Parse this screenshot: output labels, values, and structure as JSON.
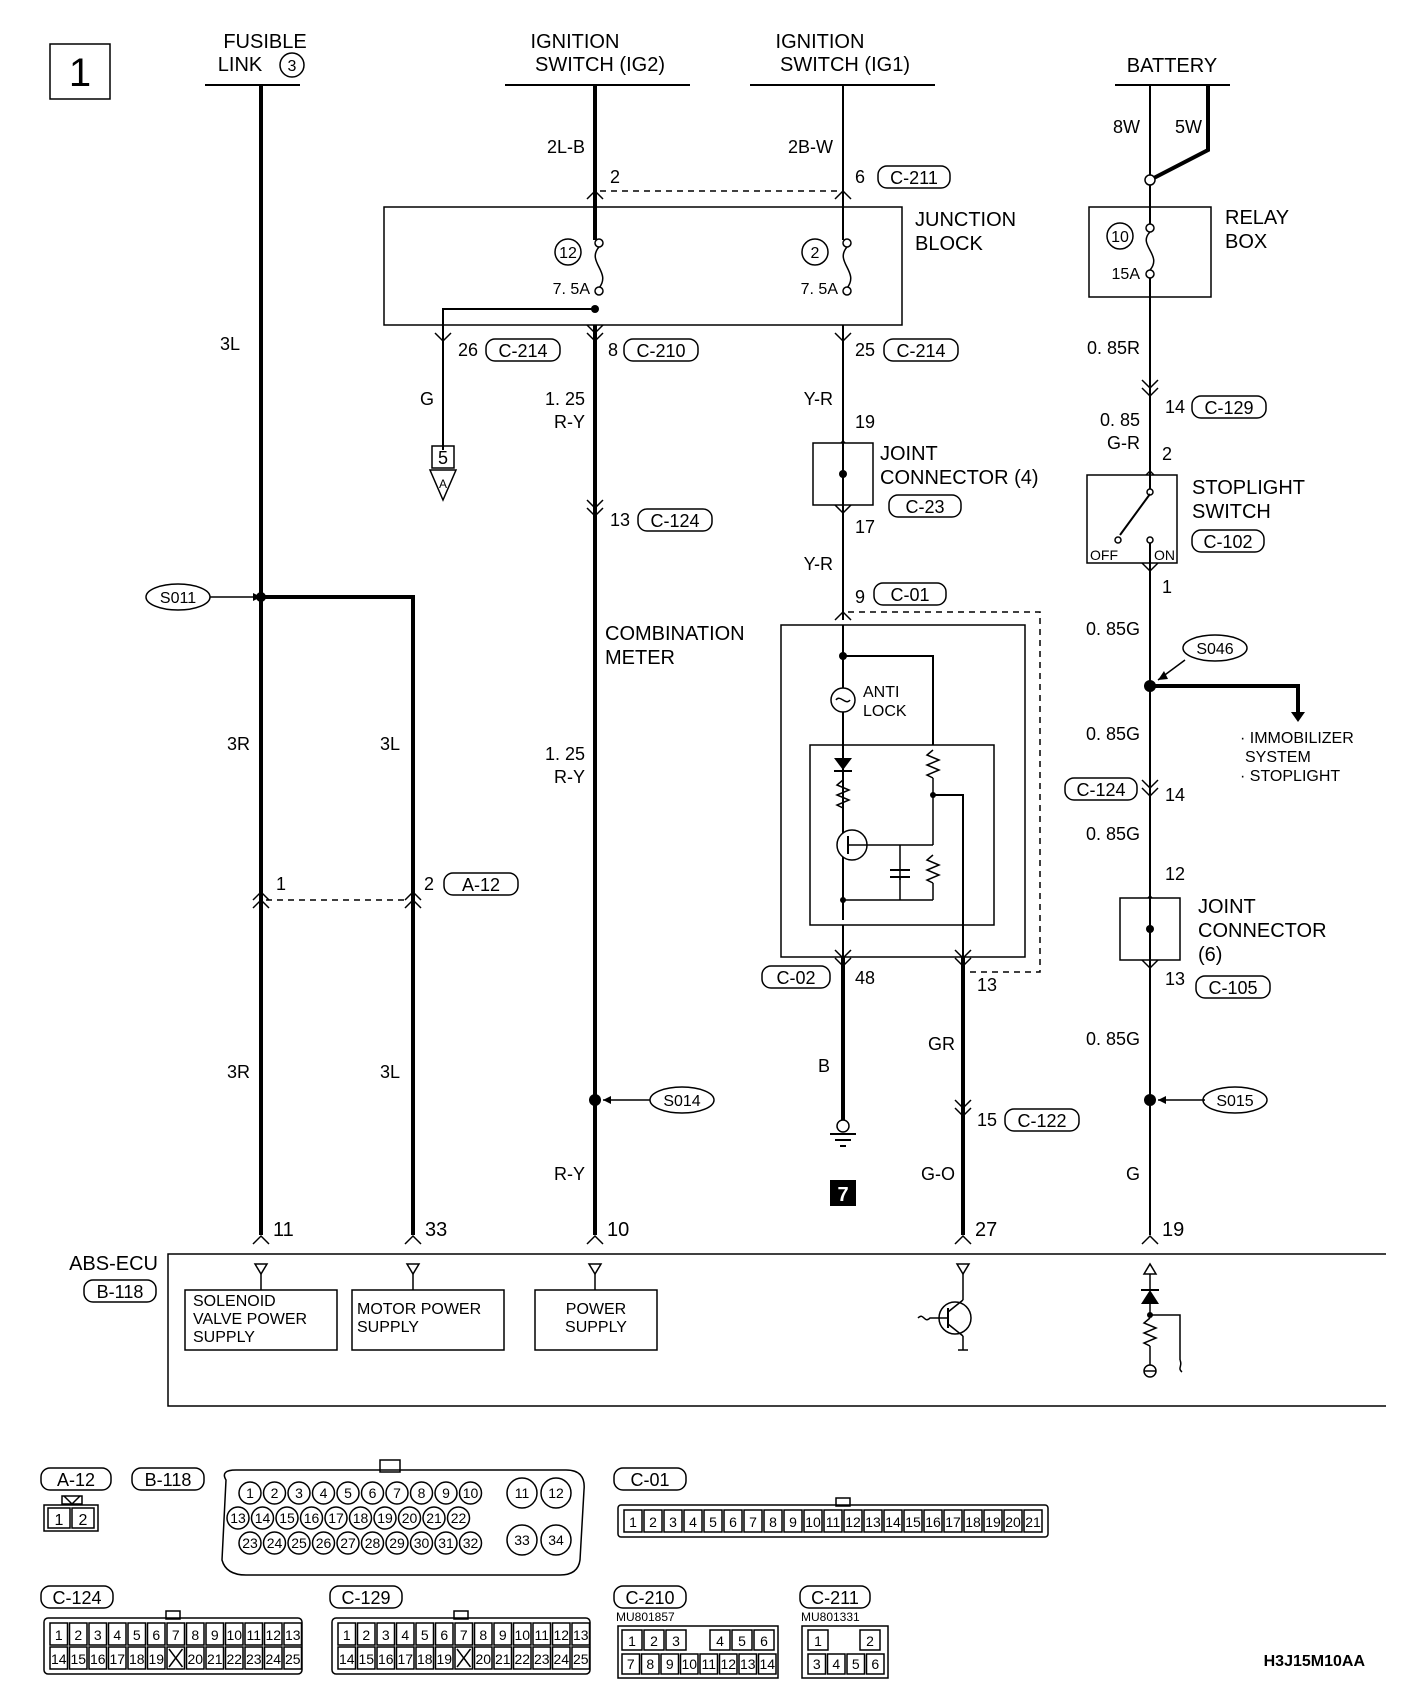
{
  "page": {
    "number": "1",
    "code": "H3J15M10AA"
  },
  "sources": {
    "fusible_link": [
      "FUSIBLE",
      "LINK"
    ],
    "fusible_link_num": "3",
    "ig2": [
      "IGNITION",
      "SWITCH (IG2)"
    ],
    "ig1": [
      "IGNITION",
      "SWITCH (IG1)"
    ],
    "battery": "BATTERY"
  },
  "wires": {
    "w_2lb": "2L-B",
    "w_2bw": "2B-W",
    "w_8w": "8W",
    "w_5w": "5W",
    "w_3l_a": "3L",
    "w_3r_a": "3R",
    "w_3l_b": "3L",
    "w_3r_b": "3R",
    "w_3l_c": "3L",
    "w_g": "G",
    "w_125_a": "1. 25",
    "w_ry_a": "R-Y",
    "w_125_b": "1. 25",
    "w_ry_b": "R-Y",
    "w_ry_c": "R-Y",
    "w_yr_a": "Y-R",
    "w_yr_b": "Y-R",
    "w_b": "B",
    "w_gr": "GR",
    "w_go": "G-O",
    "w_085r": "0. 85R",
    "w_085": "0. 85",
    "w_gr2": "G-R",
    "w_085g_a": "0. 85G",
    "w_085g_b": "0. 85G",
    "w_085g_c": "0. 85G",
    "w_085g_d": "0. 85G",
    "w_g2": "G"
  },
  "pins": {
    "p2": "2",
    "p6": "6",
    "p26": "26",
    "p8": "8",
    "p25": "25",
    "p19": "19",
    "p17": "17",
    "p9": "9",
    "p13a": "13",
    "p1": "1",
    "p2b": "2",
    "p48": "48",
    "p13b": "13",
    "p15": "15",
    "p14a": "14",
    "p2c": "2",
    "p1b": "1",
    "p14b": "14",
    "p12": "12",
    "p13c": "13",
    "p11": "11",
    "p33": "33",
    "p10": "10",
    "p27": "27",
    "p19b": "19"
  },
  "connectors": {
    "c211": "C-211",
    "c214a": "C-214",
    "c210": "C-210",
    "c214b": "C-214",
    "c23": "C-23",
    "c124a": "C-124",
    "c01": "C-01",
    "a12": "A-12",
    "c02": "C-02",
    "c122": "C-122",
    "c129": "C-129",
    "c102": "C-102",
    "c124b": "C-124",
    "c105": "C-105",
    "b118": "B-118"
  },
  "components": {
    "junction_block": [
      "JUNCTION",
      "BLOCK"
    ],
    "fuse12": "12",
    "fuse12_amp": "7. 5A",
    "fuse2": "2",
    "fuse2_amp": "7. 5A",
    "relay_box": [
      "RELAY",
      "BOX"
    ],
    "fuse10": "10",
    "fuse10_amp": "15A",
    "joint4": [
      "JOINT",
      "CONNECTOR (4)"
    ],
    "combination_meter": [
      "COMBINATION",
      "METER"
    ],
    "anti_lock": [
      "ANTI",
      "LOCK"
    ],
    "stoplight": [
      "STOPLIGHT",
      "SWITCH"
    ],
    "off": "OFF",
    "on": "ON",
    "joint6": [
      "JOINT",
      "CONNECTOR",
      "(6)"
    ],
    "ref5": "5",
    "ref5b": "A",
    "ground_ref": "7",
    "splices": {
      "s011": "S011",
      "s014": "S014",
      "s046": "S046",
      "s015": "S015"
    },
    "immobilizer": [
      "· IMMOBILIZER",
      "SYSTEM",
      "· STOPLIGHT"
    ],
    "abs_ecu": "ABS-ECU",
    "solenoid": [
      "SOLENOID",
      "VALVE POWER",
      "SUPPLY"
    ],
    "motor": [
      "MOTOR POWER",
      "SUPPLY"
    ],
    "power": [
      "POWER",
      "SUPPLY"
    ]
  },
  "connector_views": {
    "a12": "A-12",
    "b118": "B-118",
    "c01": "C-01",
    "c124": "C-124",
    "c129": "C-129",
    "c210": "C-210",
    "c210_part": "MU801857",
    "c211": "C-211",
    "c211_part": "MU801331",
    "a12_pins": [
      "1",
      "2"
    ],
    "b118_row1": [
      "1",
      "2",
      "3",
      "4",
      "5",
      "6",
      "7",
      "8",
      "9",
      "10",
      "11",
      "12"
    ],
    "b118_row2": [
      "13",
      "14",
      "15",
      "16",
      "17",
      "18",
      "19",
      "20",
      "21",
      "22",
      "33",
      "34"
    ],
    "b118_row3": [
      "23",
      "24",
      "25",
      "26",
      "27",
      "28",
      "29",
      "30",
      "31",
      "32"
    ],
    "c01_pins": [
      "1",
      "2",
      "3",
      "4",
      "5",
      "6",
      "7",
      "8",
      "9",
      "10",
      "11",
      "12",
      "13",
      "14",
      "15",
      "16",
      "17",
      "18",
      "19",
      "20",
      "21"
    ],
    "c124_row1": [
      "1",
      "2",
      "3",
      "4",
      "5",
      "6",
      "7",
      "8",
      "9",
      "10",
      "11",
      "12",
      "13"
    ],
    "c124_row2": [
      "14",
      "15",
      "16",
      "17",
      "18",
      "19",
      "",
      "20",
      "21",
      "22",
      "23",
      "24",
      "25"
    ],
    "c129_row1": [
      "1",
      "2",
      "3",
      "4",
      "5",
      "6",
      "7",
      "8",
      "9",
      "10",
      "11",
      "12",
      "13"
    ],
    "c129_row2": [
      "14",
      "15",
      "16",
      "17",
      "18",
      "19",
      "",
      "20",
      "21",
      "22",
      "23",
      "24",
      "25"
    ],
    "c210_row1": [
      "1",
      "2",
      "3",
      "",
      "4",
      "5",
      "6"
    ],
    "c210_row2": [
      "7",
      "8",
      "9",
      "10",
      "11",
      "12",
      "13",
      "14"
    ],
    "c211_row1": [
      "1",
      "",
      "2"
    ],
    "c211_row2": [
      "3",
      "4",
      "5",
      "6"
    ]
  }
}
